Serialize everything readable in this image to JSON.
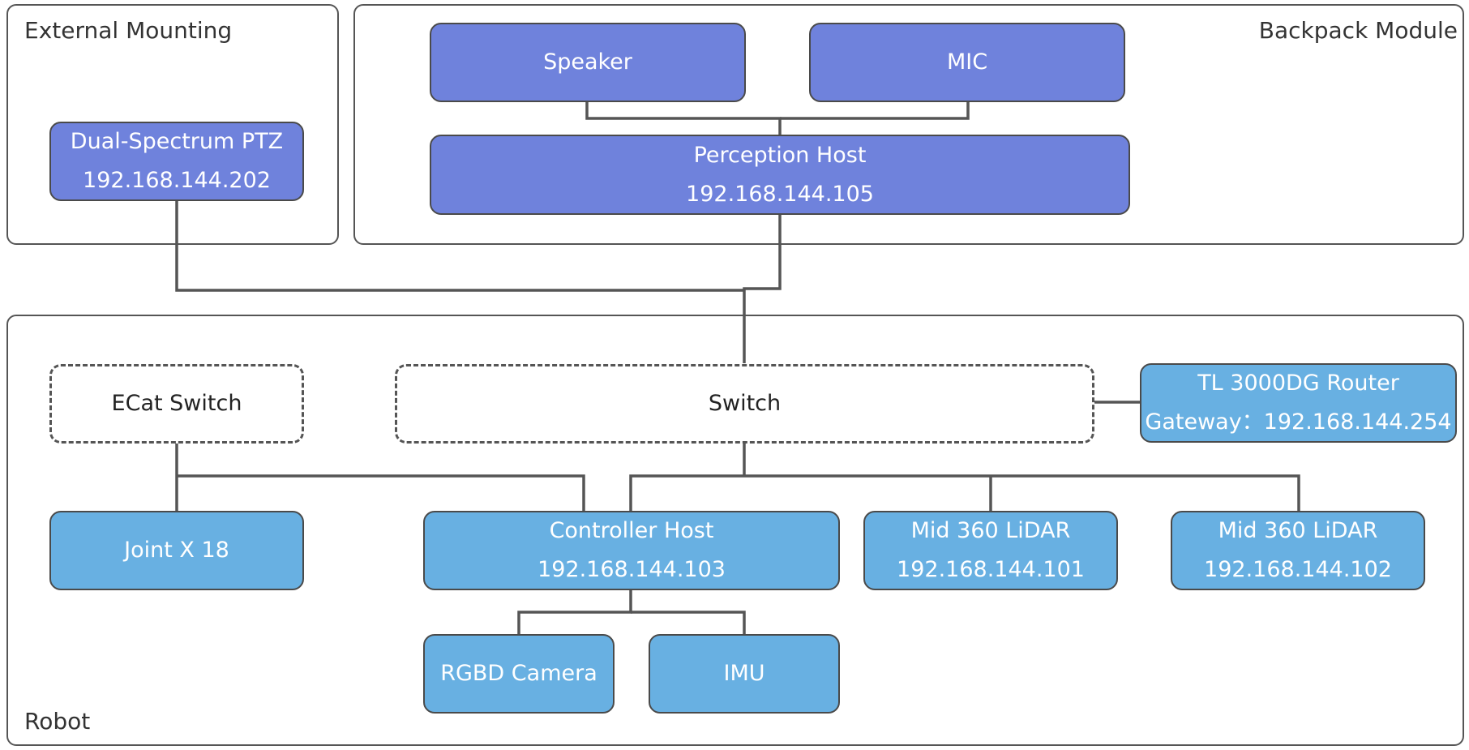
{
  "regions": {
    "external": "External Mounting",
    "backpack": "Backpack Module",
    "robot": "Robot"
  },
  "nodes": {
    "ptz": {
      "name": "Dual-Spectrum PTZ",
      "ip": "192.168.144.202"
    },
    "speaker": {
      "name": "Speaker"
    },
    "mic": {
      "name": "MIC"
    },
    "perception": {
      "name": "Perception Host",
      "ip": "192.168.144.105"
    },
    "ecat": {
      "name": "ECat Switch"
    },
    "switch": {
      "name": "Switch"
    },
    "router": {
      "name": "TL 3000DG Router",
      "ip": "Gateway：192.168.144.254"
    },
    "joint": {
      "name": "Joint X 18"
    },
    "controller": {
      "name": "Controller Host",
      "ip": "192.168.144.103"
    },
    "lidar1": {
      "name": "Mid 360 LiDAR",
      "ip": "192.168.144.101"
    },
    "lidar2": {
      "name": "Mid 360 LiDAR",
      "ip": "192.168.144.102"
    },
    "rgbd": {
      "name": "RGBD Camera"
    },
    "imu": {
      "name": "IMU"
    }
  },
  "colors": {
    "purple_node": "#6f82dc",
    "blue_node": "#68b0e2",
    "line": "#555555"
  }
}
